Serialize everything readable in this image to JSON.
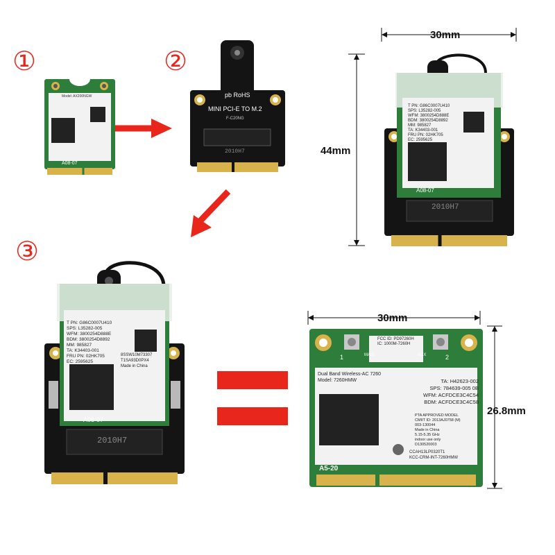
{
  "steps": [
    "①",
    "②",
    "③"
  ],
  "dimensions": {
    "top_width": "30mm",
    "top_height": "44mm",
    "bottom_width": "30mm",
    "bottom_height": "26.8mm"
  },
  "m2_card": {
    "model": "Model: AX200NGW",
    "tpn": "T PN: G86C0007U410",
    "sps": "SPS: L35282-005",
    "wfm": "WFM: 3800254D888E",
    "bdm": "BDM: 3800254D8892",
    "mm": "MM: 985827",
    "ta": "TA: K34403-001",
    "fru": "FRU PN: 02HK705",
    "ec": "EC: 2595625",
    "serial1": "8SSW10M73307",
    "serial2": "T1SA93D0PX4",
    "made_in": "Made in China",
    "edge_label": "A08-07"
  },
  "adapter": {
    "brand": "pb RoHS",
    "name": "MINI PCI-E TO M.2",
    "code": "F-C20NG",
    "silkscreen": "2010H7"
  },
  "half_card": {
    "fcc1": "FCC ID: PD97260H",
    "ic": "IC: 1000M-7260H",
    "main": "MAIN",
    "aux": "AUX",
    "ant1": "1",
    "ant2": "2",
    "title": "Dual Band Wireless-AC 7260",
    "model": "Model: 7260HMW",
    "ta": "TA: H42623-002",
    "sps": "SPS: 784639-005 0B",
    "wfm": "WFM: ACFDCE3C4C54",
    "bdm": "BDM: ACFDCE3C4C58",
    "pta": "PTA APPROVED MODEL",
    "cmiit": "CMIIT ID: 2013AJ0758 (M)",
    "code1": "003-130044",
    "made": "Made in China",
    "freq": "5.15-5.35 GHz",
    "indoor": "indoor use only",
    "code2": "D130520003",
    "ccah": "CCAH13LP0320T1",
    "kcc": "KCC-CRM-INT-7260HMW",
    "edge_label": "A5-20"
  },
  "colors": {
    "arrow": "#e8261c",
    "equals": "#e8261c",
    "pcb_black": "#141414",
    "pcb_green": "#2e7d3a",
    "gold": "#d8b24a",
    "label": "#f2f2f2"
  }
}
